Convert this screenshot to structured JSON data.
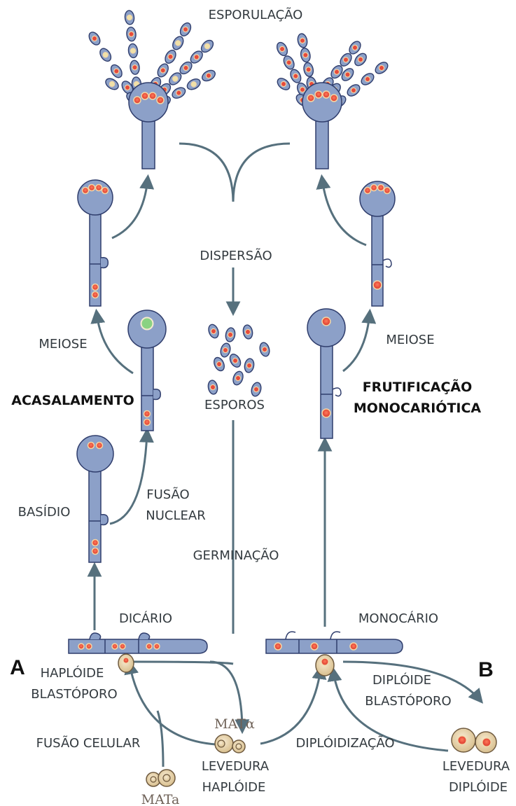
{
  "colors": {
    "hypha": "#8ca0c8",
    "hypha_stroke": "#2f3d6c",
    "arrow": "#56707d",
    "nucleus": "#e64b3c",
    "nucleus_ring": "#f3d6a6",
    "nucleus_diploid": "#8ad282",
    "cell": "#e4cfa4",
    "text": "#333a3f"
  },
  "labels": {
    "esporulacao": "ESPORULAÇÃO",
    "dispersao": "DISPERSÃO",
    "meiose_left": "MEIOSE",
    "meiose_right": "MEIOSE",
    "acasalamento": "ACASALAMENTO",
    "esporos": "ESPOROS",
    "frutificacao_1": "FRUTIFICAÇÃO",
    "frutificacao_2": "MONOCARIÓTICA",
    "fusao_nuclear_1": "FUSÃO",
    "fusao_nuclear_2": "NUCLEAR",
    "basidio": "BASÍDIO",
    "germinacao": "GERMINAÇÃO",
    "dicario": "DICÁRIO",
    "monocario": "MONOCÁRIO",
    "letter_a": "A",
    "letter_b": "B",
    "haploide_blastoporo_1": "HAPLÓIDE",
    "haploide_blastoporo_2": "BLASTÓPORO",
    "diploide_blastoporo_1": "DIPLÓIDE",
    "diploide_blastoporo_2": "BLASTÓPORO",
    "mat_alpha": "MATα",
    "mat_a": "MATa",
    "fusao_celular": "FUSÃO CELULAR",
    "levedura_haploide_1": "LEVEDURA",
    "levedura_haploide_2": "HAPLÓIDE",
    "diploidizacao": "DIPLÓIDIZAÇÃO",
    "levedura_diploide_1": "LEVEDURA",
    "levedura_diploide_2": "DIPLÓIDE"
  }
}
